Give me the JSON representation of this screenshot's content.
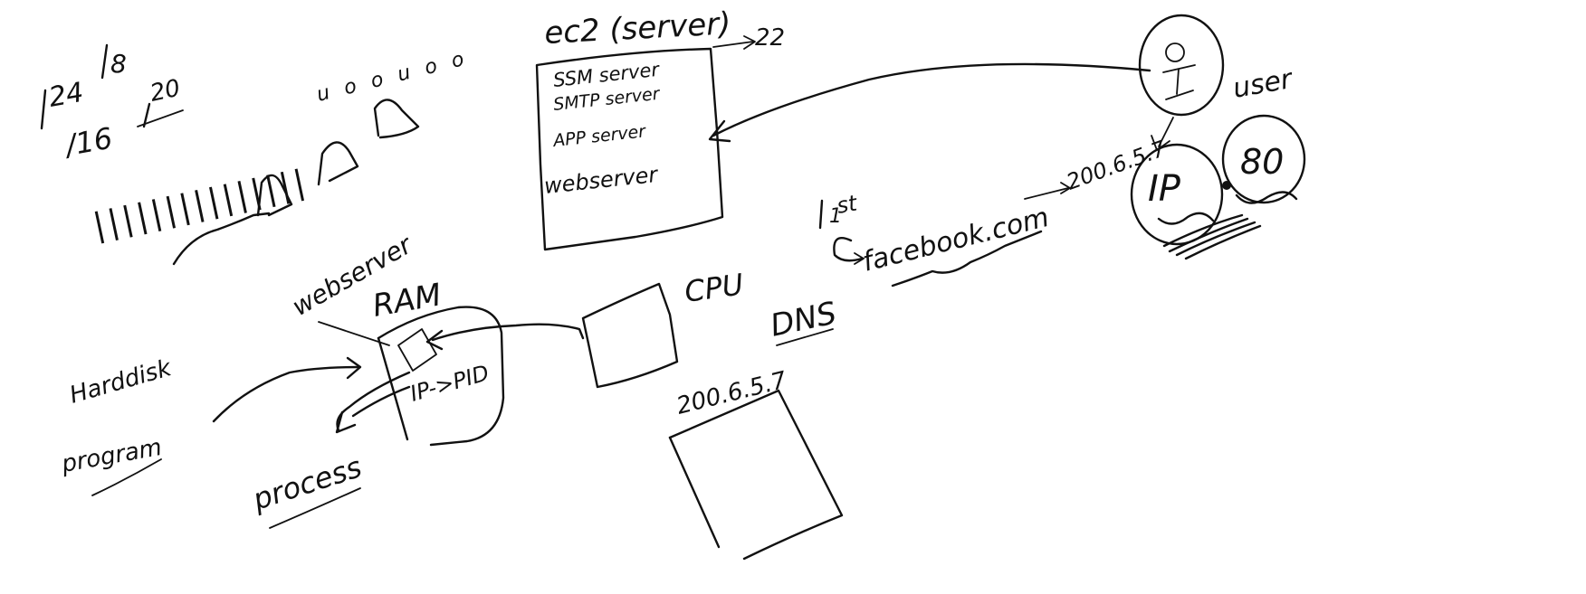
{
  "labels": {
    "ec2": "ec2 (server)",
    "ssm": "SSM server",
    "smtp": "SMTP server",
    "app": "APP server",
    "web": "webserver",
    "port22": "22",
    "user": "user",
    "ip": "IP",
    "port80": "80",
    "num_24": "24",
    "num_16": "/16",
    "num_8": "8",
    "num_20": "20",
    "tally": "|||||||||||||||",
    "tally_o": "u o o u o o",
    "webserver2": "webserver",
    "ram": "RAM",
    "harddisk": "Harddisk",
    "program": "program",
    "process": "process",
    "ip_pid": "IP->PID",
    "cpu": "CPU",
    "dns": "DNS",
    "num_1": "1",
    "num_st": "st",
    "facebook": "facebook.com",
    "ip_dns": "200.6.5.7",
    "ip_box": "200.6.5.7"
  }
}
